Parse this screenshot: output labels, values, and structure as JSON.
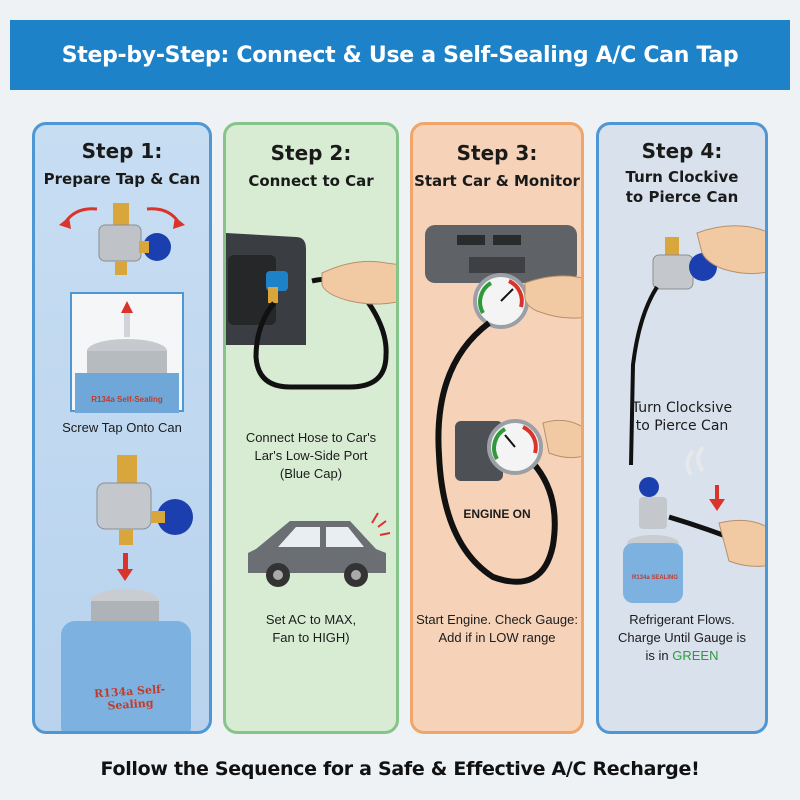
{
  "banner": {
    "title": "Step-by-Step: Connect & Use a Self-Sealing A/C Can Tap"
  },
  "steps": [
    {
      "step": "Step 1:",
      "title": "Prepare Tap & Can",
      "caption_1": "Screw Tap Onto Can",
      "can_label": "R134a Self-Sealing",
      "can_label_small": "R134a Self-Sealing"
    },
    {
      "step": "Step 2:",
      "title": "Connect to Car",
      "caption_1_line1": "Connect Hose to Car's",
      "caption_1_line2": "Lar's Low-Side Port",
      "caption_1_line3": "(Blue Cap)",
      "caption_2_line1": "Set AC to MAX,",
      "caption_2_line2": "Fan to HIGH)"
    },
    {
      "step": "Step 3:",
      "title": "Start Car & Monitor",
      "engine_label": "ENGINE ON",
      "caption_line1": "Start Engine. Check Gauge:",
      "caption_line2": "Add if in LOW range"
    },
    {
      "step": "Step 4:",
      "title_line1": "Turn Clockive",
      "title_line2": "to Pierce Can",
      "mid_line1": "Turn Clocksive",
      "mid_line2": "to Pierce Can",
      "caption_line1": "Refrigerant Flows.",
      "caption_line2": "Charge Until Gauge is",
      "caption_line3_prefix": "is in ",
      "caption_line3_green": "GREEN",
      "can_label": "R134a SEALING"
    }
  ],
  "footer": {
    "text": "Follow the Sequence for a Safe & Effective A/C Recharge!"
  },
  "colors": {
    "banner": "#1e82c9",
    "step1": "#4f96d4",
    "step2": "#86c489",
    "step3": "#f0a56a",
    "step4": "#4f96d4",
    "knob": "#1c3fb0",
    "green": "#2f9a3b"
  }
}
